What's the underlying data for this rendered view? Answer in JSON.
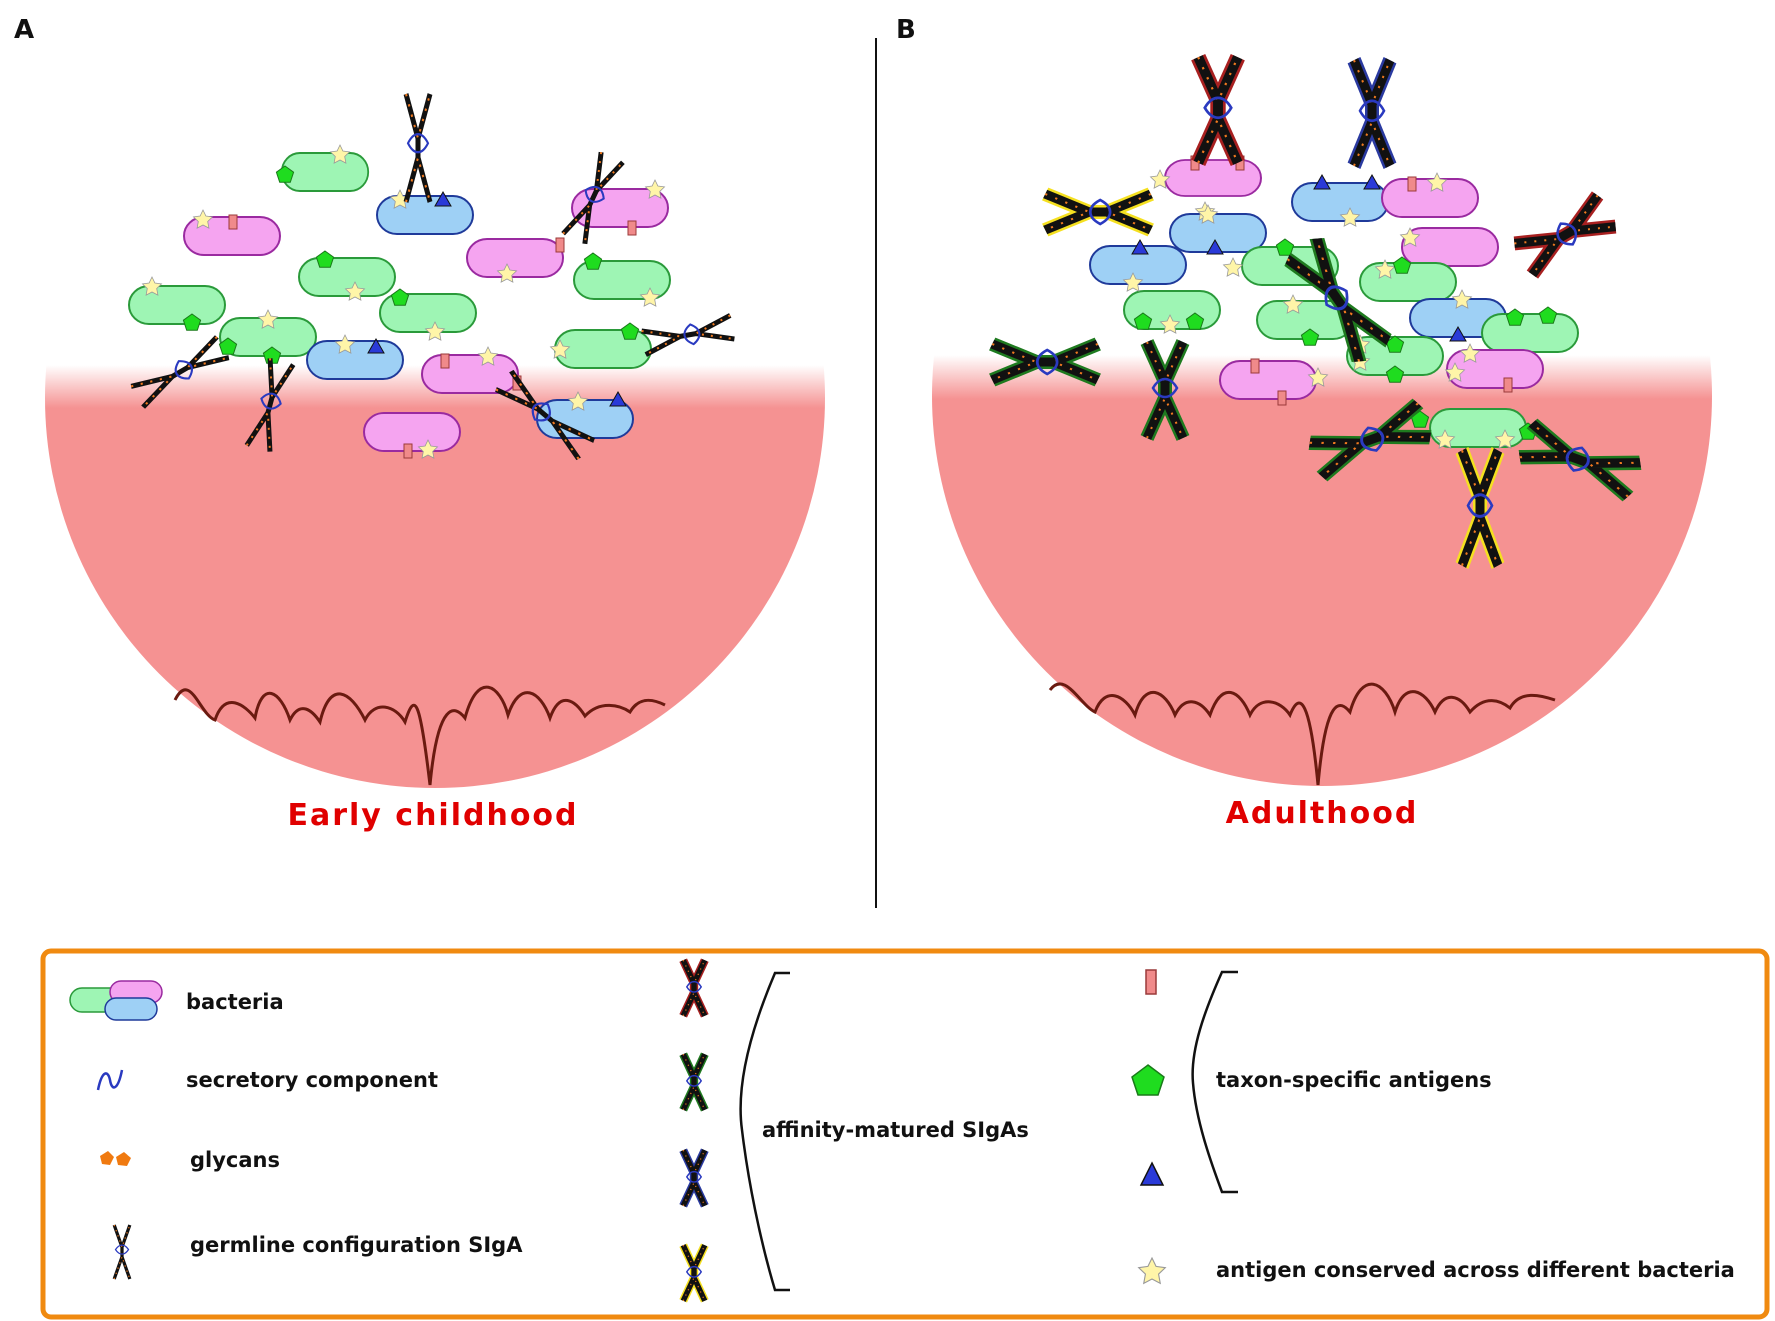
{
  "panels": [
    {
      "letter": "A",
      "caption": "Early childhood"
    },
    {
      "letter": "B",
      "caption": "Adulthood"
    }
  ],
  "legend": {
    "bacteria": "bacteria",
    "secretory_component": "secretory component",
    "glycans": "glycans",
    "germline_sIgA": "germline configuration SIgA",
    "affinity_matured": "affinity-matured SIgAs",
    "taxon_specific": "taxon-specific antigens",
    "conserved_antigen": "antigen conserved across different bacteria"
  },
  "colors": {
    "mucus": "#f59292",
    "bacteria_green": "#9ef5b4",
    "bacteria_pink": "#f5a4f0",
    "bacteria_blue": "#9ed0f5",
    "legend_border": "#f08a10",
    "caption": "#e00000",
    "sigA_dark_red": "#a82020",
    "sigA_green": "#1f7a1f",
    "sigA_blue": "#2a3aa0",
    "sigA_yellow": "#f5e020"
  }
}
